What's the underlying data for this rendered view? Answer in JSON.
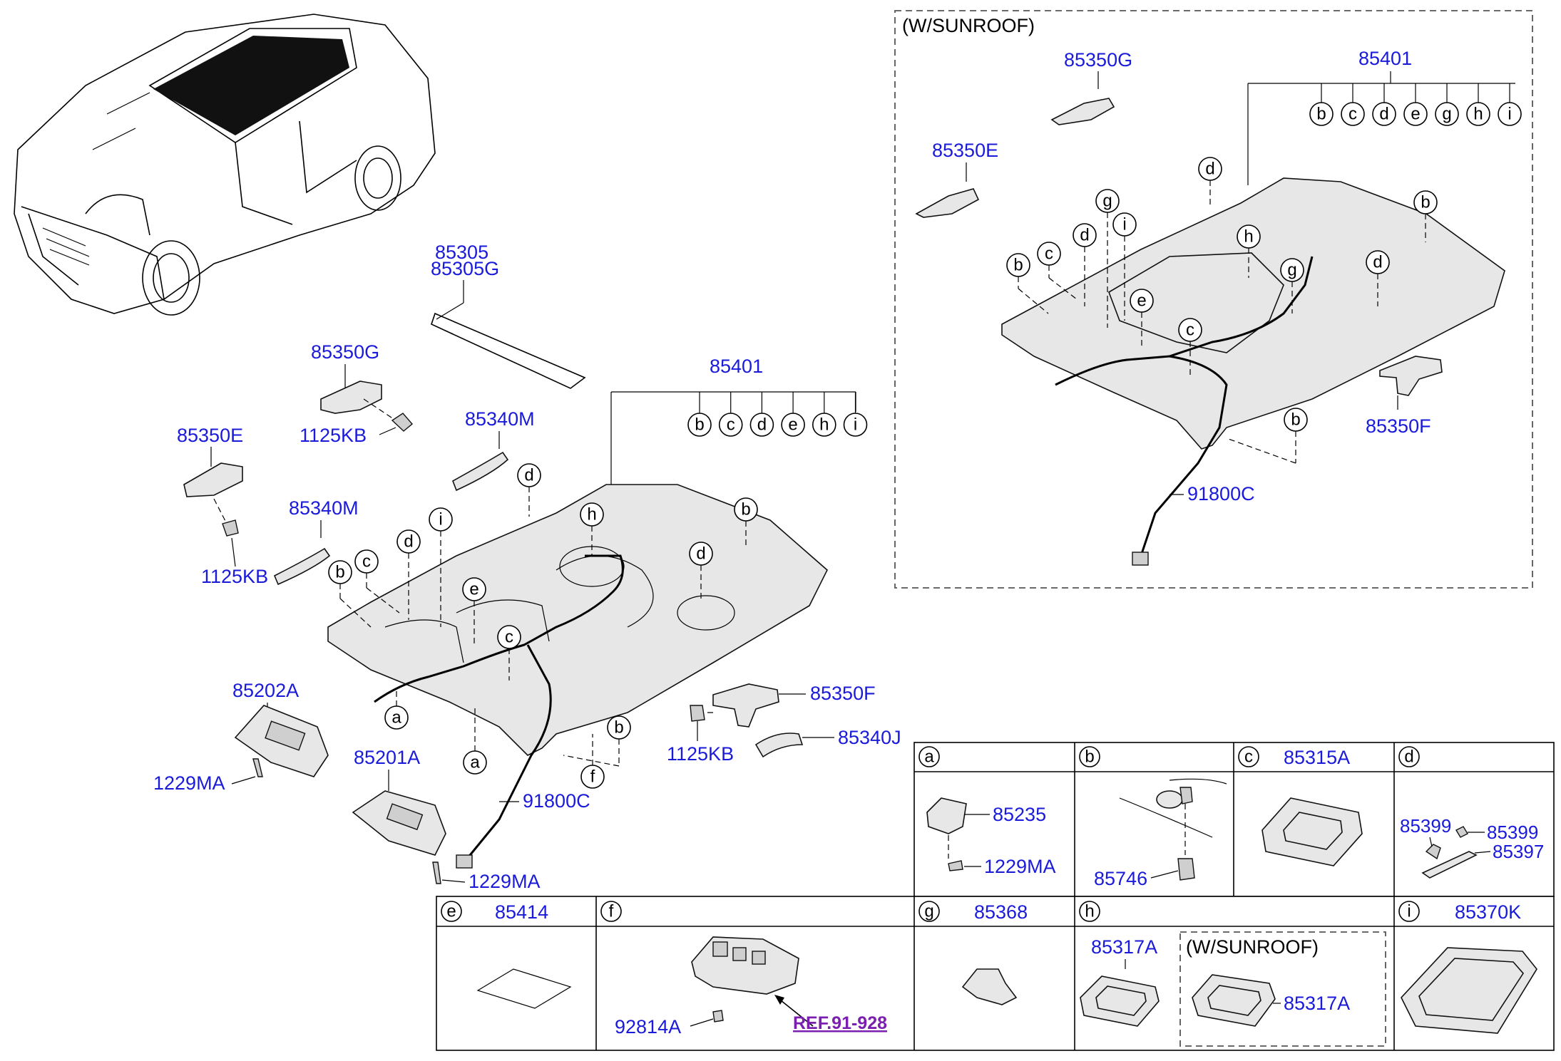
{
  "variant_label": "(W/SUNROOF)",
  "main_parts": {
    "roof_top_1": "85305",
    "roof_top_2": "85305G",
    "bracket_g": "85350G",
    "bracket_e": "85350E",
    "bracket_f": "85350F",
    "bolt_1": "1125KB",
    "bolt_2": "1125KB",
    "bolt_3": "1125KB",
    "handle_1": "85340M",
    "handle_2": "85340M",
    "handle_j": "85340J",
    "headlining": "85401",
    "sunvisor_l": "85202A",
    "sunvisor_r": "85201A",
    "screw_1": "1229MA",
    "screw_2": "1229MA",
    "harness": "91800C"
  },
  "sunroof_parts": {
    "bracket_g": "85350G",
    "bracket_e": "85350E",
    "bracket_f": "85350F",
    "headlining": "85401",
    "harness": "91800C"
  },
  "headlining_letters": [
    "b",
    "c",
    "d",
    "e",
    "h",
    "i"
  ],
  "sunroof_letters": [
    "b",
    "c",
    "d",
    "e",
    "g",
    "h",
    "i"
  ],
  "callouts": {
    "main_d1": "d",
    "main_b1": "b",
    "main_h": "h",
    "main_d2": "d",
    "main_i": "i",
    "main_b2": "b",
    "main_c1": "c",
    "main_d3": "d",
    "main_e": "e",
    "main_c2": "c",
    "main_a1": "a",
    "main_a2": "a",
    "main_f": "f",
    "main_b3": "b",
    "sr_d1": "d",
    "sr_g1": "g",
    "sr_i": "i",
    "sr_d2": "d",
    "sr_b1": "b",
    "sr_c1": "c",
    "sr_h": "h",
    "sr_g2": "g",
    "sr_e": "e",
    "sr_c2": "c",
    "sr_b2": "b",
    "sr_d3": "d",
    "sr_b3": "b"
  },
  "detail_table": {
    "row1": [
      {
        "letter": "a",
        "title": "",
        "parts": [
          "85235",
          "1229MA"
        ]
      },
      {
        "letter": "b",
        "title": "",
        "parts": [
          "85746"
        ]
      },
      {
        "letter": "c",
        "title": "85315A",
        "parts": []
      },
      {
        "letter": "d",
        "title": "",
        "parts": [
          "85399",
          "85399",
          "85397"
        ]
      }
    ],
    "row2": [
      {
        "letter": "e",
        "title": "85414",
        "parts": []
      },
      {
        "letter": "f",
        "title": "",
        "parts": [
          "92814A"
        ]
      },
      {
        "letter": "g",
        "title": "85368",
        "parts": []
      },
      {
        "letter": "h",
        "title": "",
        "parts": [
          "85317A",
          "85317A"
        ],
        "sub_label": "(W/SUNROOF)"
      },
      {
        "letter": "i",
        "title": "85370K",
        "parts": []
      }
    ]
  },
  "reference": "REF.91-928"
}
